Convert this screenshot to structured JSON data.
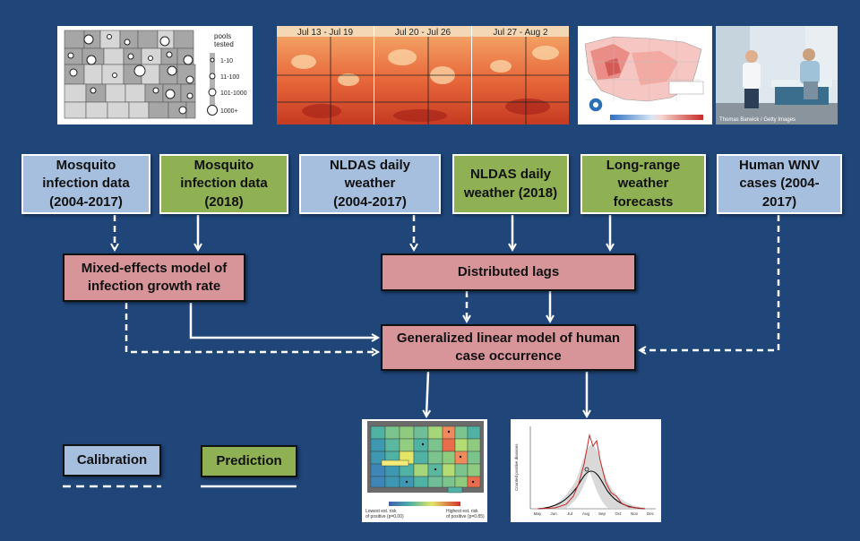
{
  "top_images": {
    "pools_map": {
      "legend_title": "pools\ntested",
      "legend_items": [
        "1-10",
        "11-100",
        "101-1000",
        "1000+"
      ]
    },
    "weather_panels": [
      "Jul 13 - Jul 19",
      "Jul 20 - Jul 26",
      "Jul 27 - Aug 2"
    ],
    "photo_caption": "Thomas Barwick / Getty Images"
  },
  "inputs": {
    "mosq_calib": "Mosquito\ninfection data\n(2004-2017)",
    "mosq_pred": "Mosquito\ninfection data\n(2018)",
    "nldas_calib": "NLDAS daily weather\n(2004-2017)",
    "nldas_pred": "NLDAS daily\nweather (2018)",
    "longrange": "Long-range\nweather forecasts",
    "human_wnv": "Human WNV\ncases (2004-2017)"
  },
  "models": {
    "mixed": "Mixed-effects model of\ninfection growth rate",
    "lags": "Distributed lags",
    "glm": "Generalized linear model of human\ncase occurrence"
  },
  "legend": {
    "calibration": "Calibration",
    "prediction": "Prediction"
  },
  "output_map": {
    "low_label": "Lowest est. risk\nof positive (p=0.00)",
    "high_label": "Highest est. risk\nof positive (p=0.85)"
  },
  "output_chart": {
    "ylabel": "Counted positive diseases",
    "months": [
      "May",
      "Jun",
      "Jul",
      "Aug",
      "Sep",
      "Oct",
      "Nov",
      "Dec"
    ]
  },
  "colors": {
    "background": "#1f4579",
    "calibration": "#a7bfdf",
    "prediction": "#8fb154",
    "model": "#d7959a",
    "arrow": "#ffffff"
  }
}
